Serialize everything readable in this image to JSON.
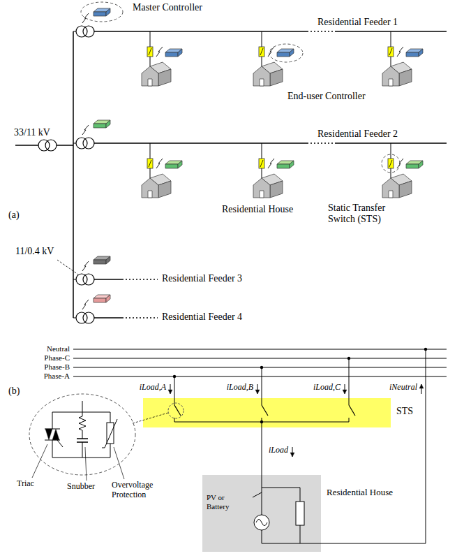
{
  "diagram": {
    "nodes": [
      {
        "text": [
          "STS"
        ]
      },
      {
        "text": [
          "Residential House",
          "PV or Battery"
        ]
      }
    ],
    "edges": [
      {
        "from": 0,
        "to": 1,
        "arrow": "none",
        "label": "iLoad"
      }
    ],
    "labels": [
      "Master Controller",
      "Residential Feeder 1",
      "33/11 kV",
      "End-user Controller",
      "Residential Feeder 2",
      "(a)",
      "Residential House",
      "Static Transfer Switch (STS)",
      "11/0.4 kV",
      "Residential Feeder 3",
      "Residential Feeder 4",
      "(b)",
      "Neutral",
      "Phase-C",
      "Phase-B",
      "Phase-A",
      "iLoad,A",
      "iLoad,B",
      "iLoad,C",
      "iNeutral",
      "Triac",
      "Snubber",
      "Overvoltage Protection"
    ]
  }
}
